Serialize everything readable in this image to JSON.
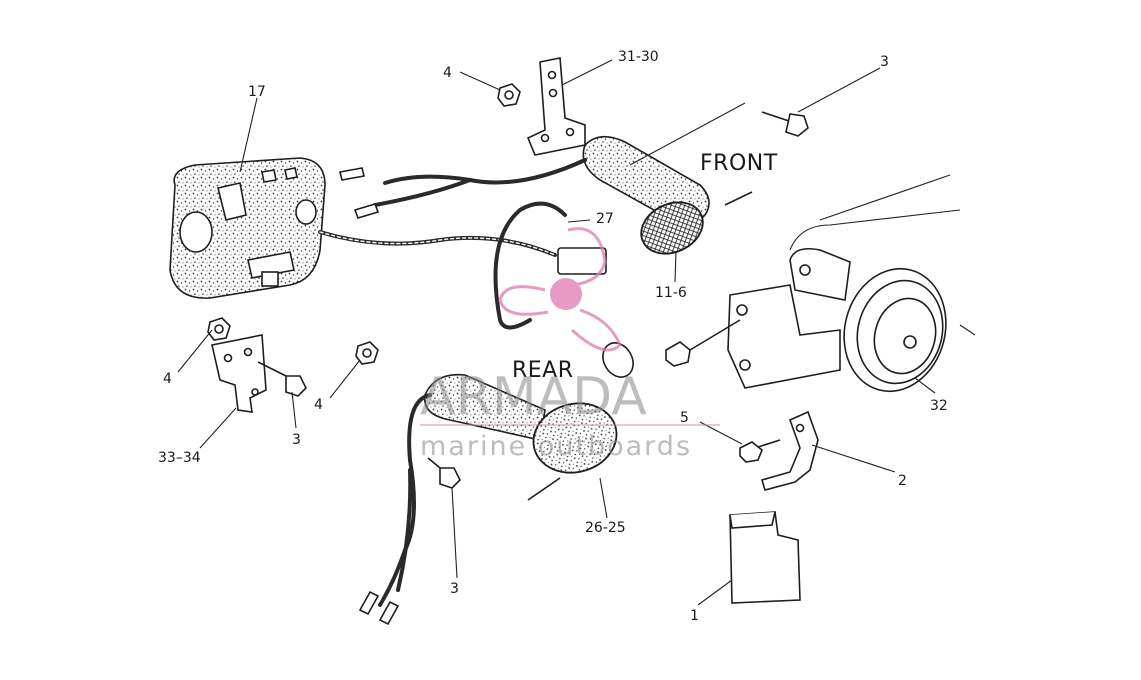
{
  "labels": {
    "front": "FRONT",
    "rear": "REAR",
    "p17": "17",
    "p4_top": "4",
    "p31_30": "31-30",
    "p3_top": "3",
    "p27": "27",
    "p11_6": "11-6",
    "p32": "32",
    "p4_left": "4",
    "p3_left": "3",
    "p33_34": "33–34",
    "p4_mid": "4",
    "p3_bottom": "3",
    "p5": "5",
    "p2": "2",
    "p26_25": "26-25",
    "p1": "1"
  },
  "watermark": {
    "brand": "ARMADA",
    "tagline": "marine outboards",
    "color": "#e07ab0"
  }
}
